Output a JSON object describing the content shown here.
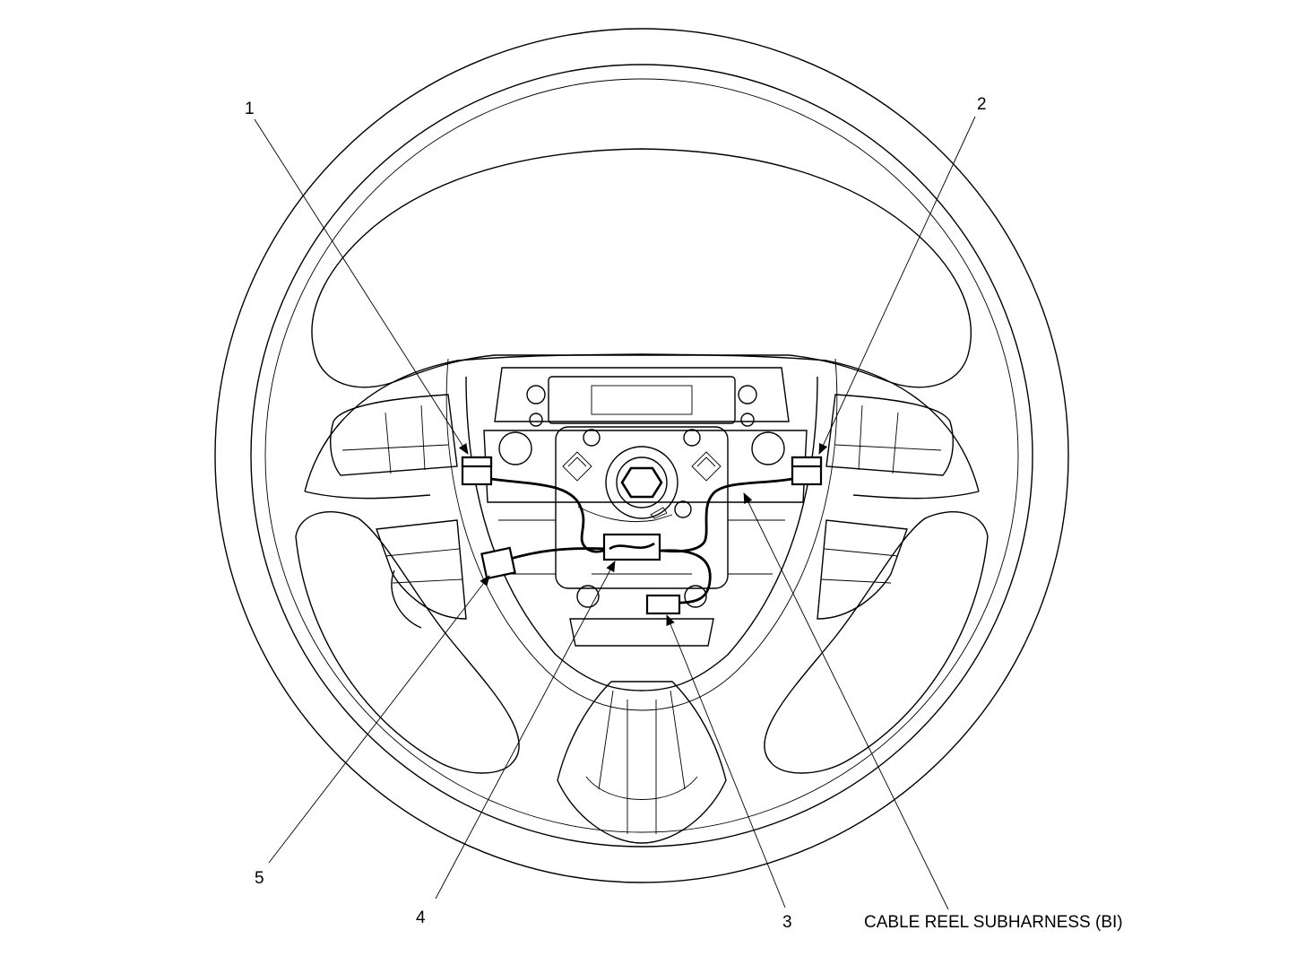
{
  "figure": {
    "labels": {
      "c1": "1",
      "c2": "2",
      "c3": "3",
      "c4": "4",
      "c5": "5",
      "harness": "CABLE REEL SUBHARNESS (BI)"
    }
  }
}
